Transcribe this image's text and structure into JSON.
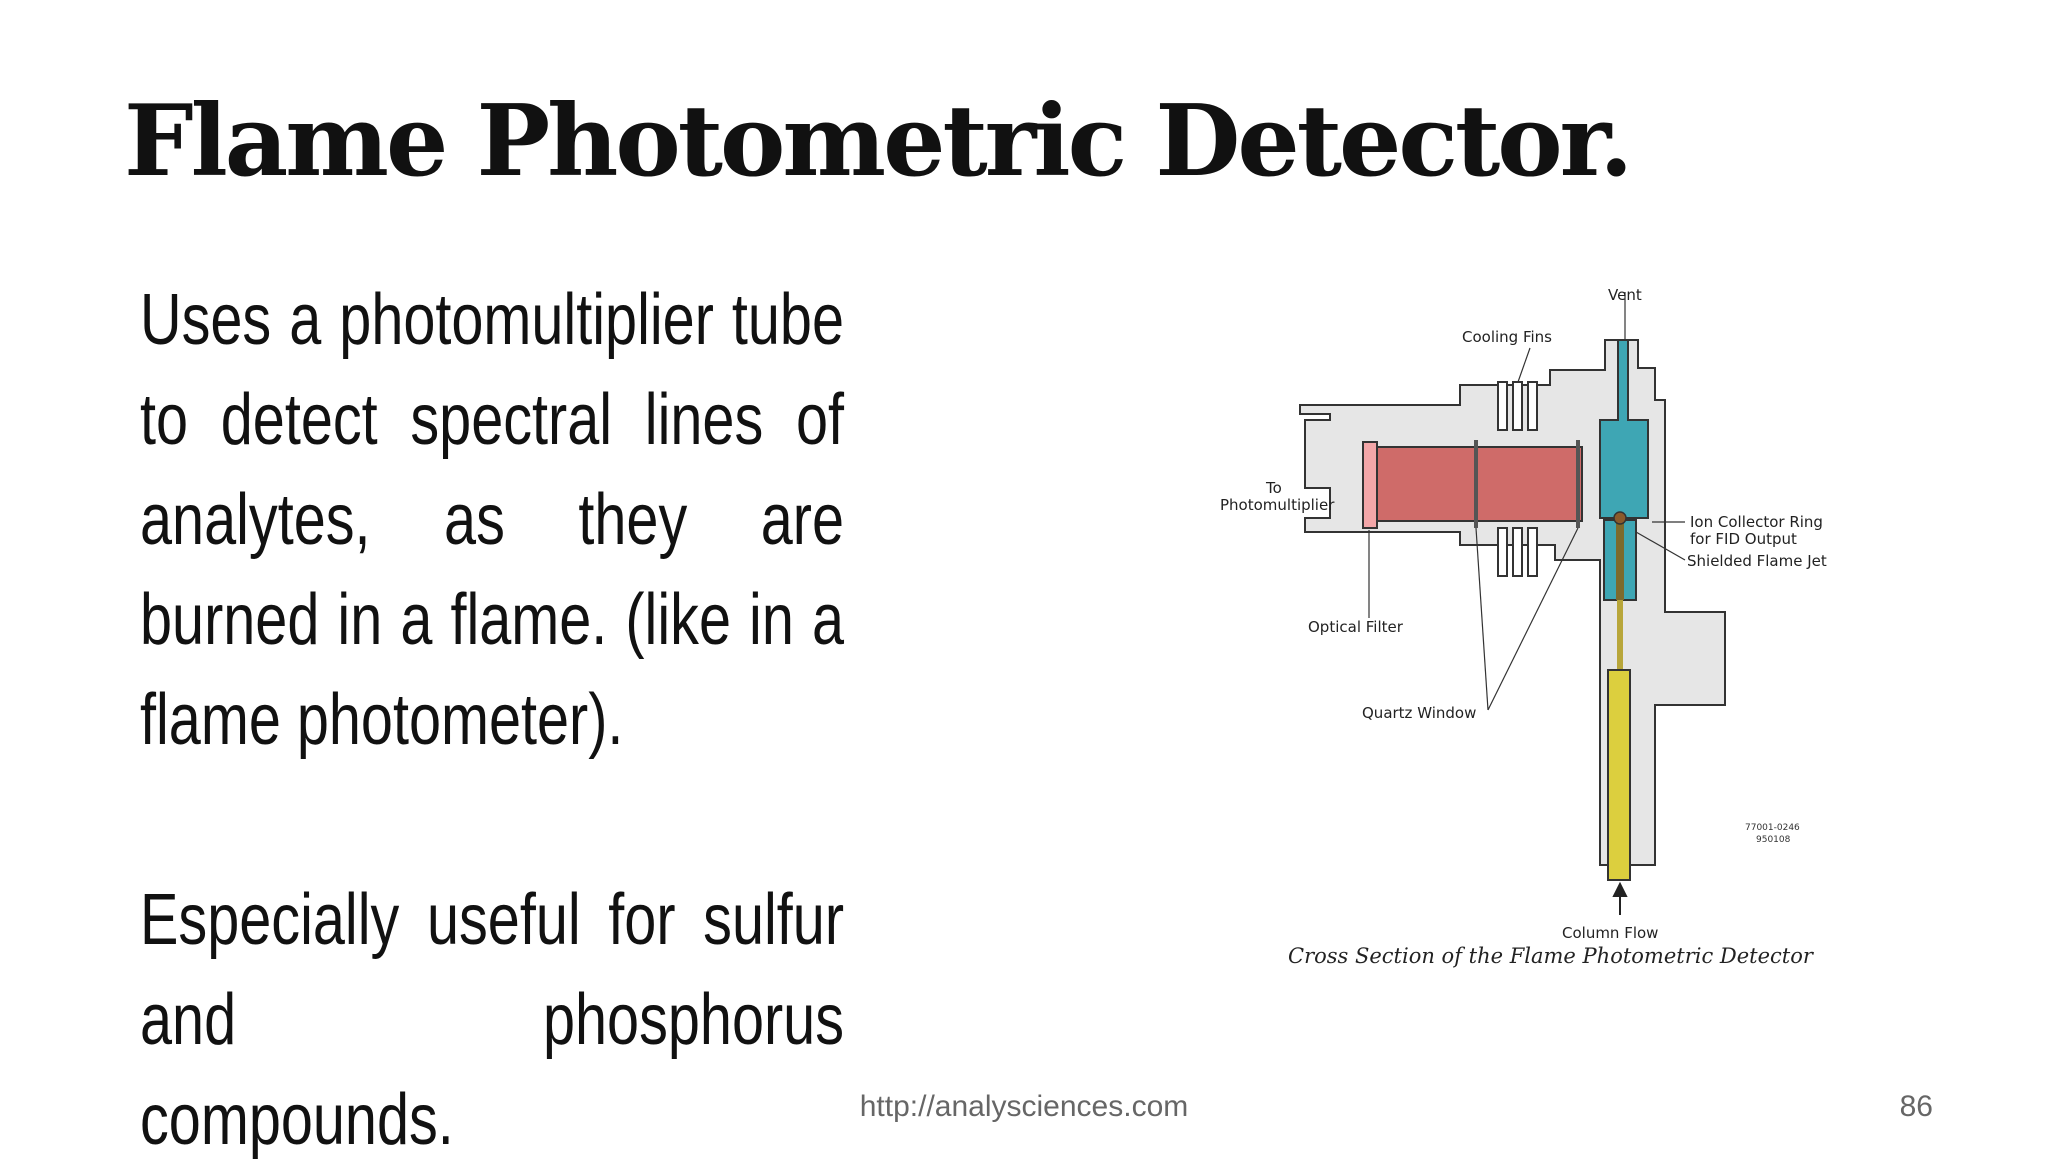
{
  "slide": {
    "title": "Flame Photometric Detector.",
    "paragraphs": [
      "Uses a photomultiplier tube to detect spectral lines of analytes, as they are burned in a flame. (like in a flame photometer).",
      "Especially useful for sulfur and phosphorus compounds."
    ]
  },
  "figure": {
    "labels": {
      "vent": "Vent",
      "cooling_fins": "Cooling Fins",
      "to": "To",
      "photomultiplier": "Photomultiplier",
      "ion_collector_1": "Ion Collector Ring",
      "ion_collector_2": "for FID Output",
      "shielded_flame_jet": "Shielded Flame Jet",
      "optical_filter": "Optical Filter",
      "quartz_window": "Quartz Window",
      "code_1": "77001-0246",
      "code_2": "950108",
      "column_flow": "Column Flow"
    },
    "caption": "Cross Section of the Flame Photometric Detector",
    "colors": {
      "body": "#e6e6e6",
      "chamber": "#cf6b69",
      "filter": "#f3a6a8",
      "flame_block": "#3ea6b4",
      "column": "#dccf3e",
      "outline": "#333333"
    }
  },
  "footer": {
    "url": "http://analysciences.com",
    "page_number": "86"
  }
}
